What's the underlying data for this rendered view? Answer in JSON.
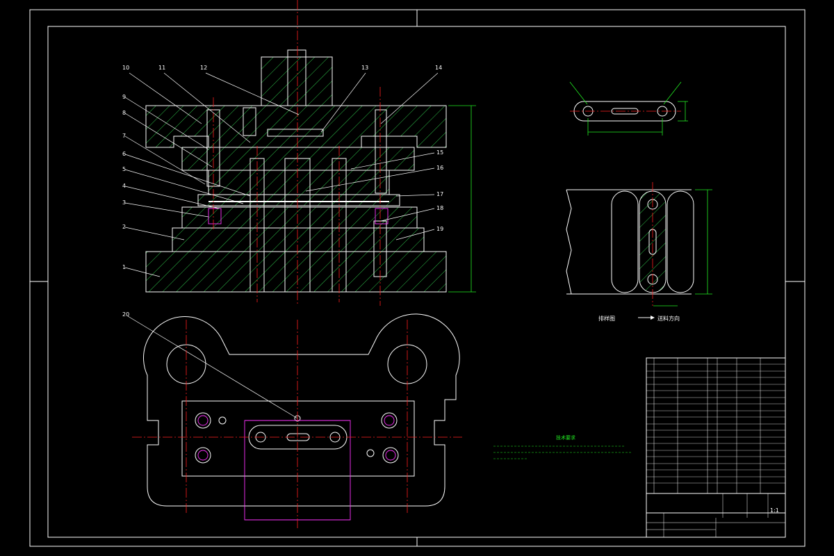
{
  "balloons": [
    "1",
    "2",
    "3",
    "4",
    "5",
    "6",
    "7",
    "8",
    "9",
    "10",
    "11",
    "12",
    "13",
    "14",
    "15",
    "16",
    "17",
    "18",
    "19",
    "20"
  ],
  "strip_caption": "排样图",
  "feed_direction": "送料方向",
  "tech_requirements_title": "技术要求",
  "scale": "1:1",
  "colors": {
    "outline": "#ffffff",
    "center": "#ff2020",
    "dimension": "#22ee22",
    "hidden": "#ff33ff",
    "hatch": "#2ec44a"
  }
}
